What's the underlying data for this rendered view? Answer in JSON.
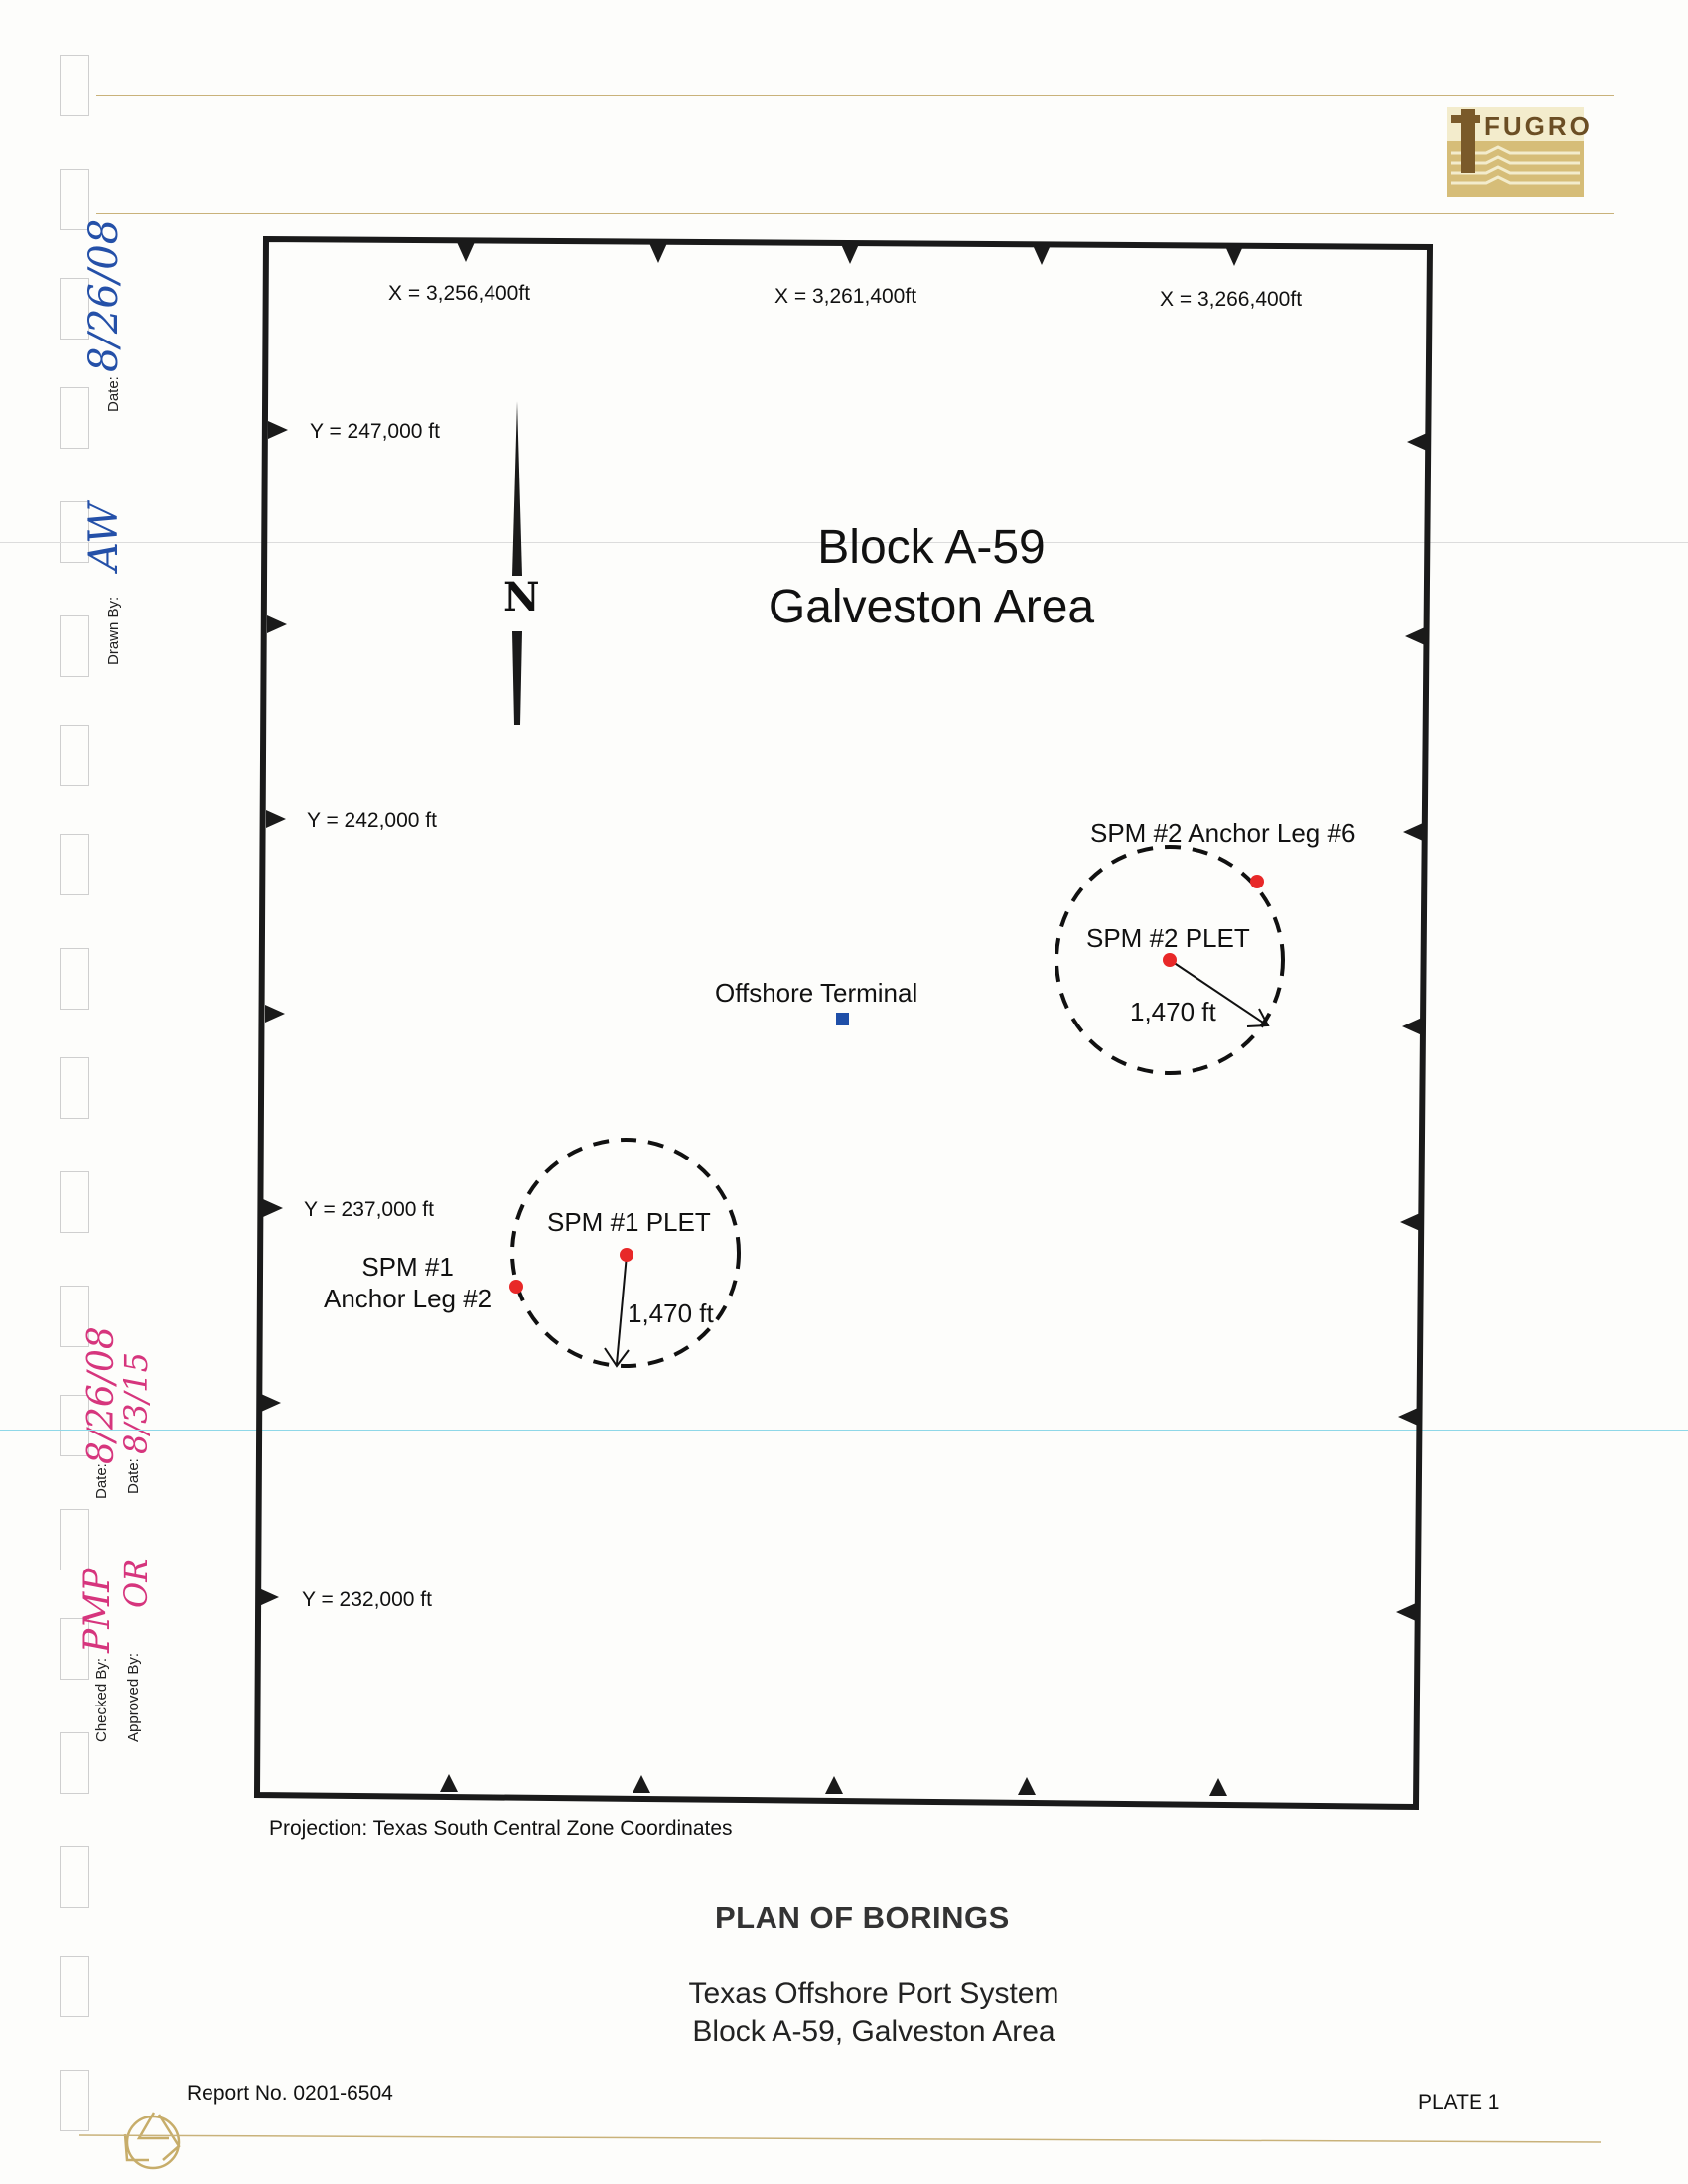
{
  "header": {
    "logo_text": "FUGRO"
  },
  "side_panel": {
    "date_label_1": "Date:",
    "drawn_by_label": "Drawn By:",
    "date_label_2": "Date:",
    "date_label_3": "Date:",
    "checked_by_label": "Checked By:",
    "approved_by_label": "Approved By:",
    "signature_date_1": "8/26/08",
    "signature_drawn_by": "AW",
    "signature_date_2": "8/26/08",
    "signature_date_3": "8/3/15",
    "signature_checked_by": "PMP",
    "signature_approved_by": "OR"
  },
  "map": {
    "x_coords": [
      "X = 3,256,400ft",
      "X = 3,261,400ft",
      "X = 3,266,400ft"
    ],
    "y_coords": [
      "Y = 247,000 ft",
      "Y = 242,000 ft",
      "Y = 237,000 ft",
      "Y = 232,000 ft"
    ],
    "north_label": "N",
    "title_line1": "Block A-59",
    "title_line2": "Galveston Area",
    "offshore_terminal": "Offshore Terminal",
    "spm2_anchor": "SPM #2 Anchor Leg #6",
    "spm2_plet": "SPM #2 PLET",
    "spm2_radius": "1,470 ft",
    "spm1_plet": "SPM #1 PLET",
    "spm1_anchor_line1": "SPM #1",
    "spm1_anchor_line2": "Anchor Leg #2",
    "spm1_radius": "1,470 ft",
    "projection": "Projection:  Texas South Central Zone Coordinates",
    "colors": {
      "boring_point": "#e82828",
      "terminal": "#1f4fa8",
      "frame": "#1a1a1a"
    }
  },
  "footer": {
    "title": "PLAN OF BORINGS",
    "subtitle_line1": "Texas Offshore Port System",
    "subtitle_line2": "Block A-59, Galveston Area",
    "report_no": "Report No. 0201-6504",
    "plate": "PLATE 1",
    "recycle_icon": "recycle-icon"
  }
}
